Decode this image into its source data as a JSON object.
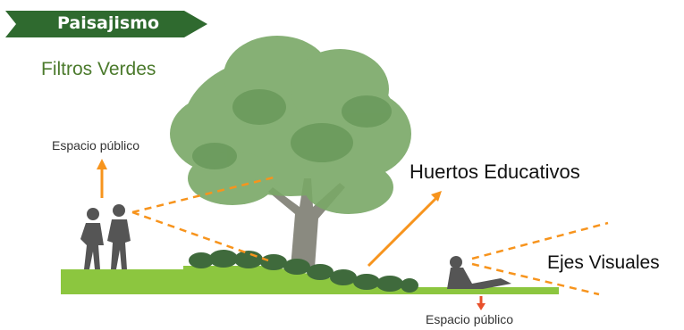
{
  "header": {
    "title": "Paisajismo",
    "subtitle": "Filtros Verdes"
  },
  "labels": {
    "public_space_top": "Espacio público",
    "educational_gardens": "Huertos Educativos",
    "visual_axes": "Ejes Visuales",
    "public_space_bottom": "Espacio público"
  },
  "colors": {
    "banner": "#2f6a2f",
    "ground": "#8cc63f",
    "tree": "#7aa867",
    "hedge": "#3f6a3c",
    "arrow": "#f7941d",
    "arrow_red": "#e8502b",
    "silhouette": "#555555"
  }
}
